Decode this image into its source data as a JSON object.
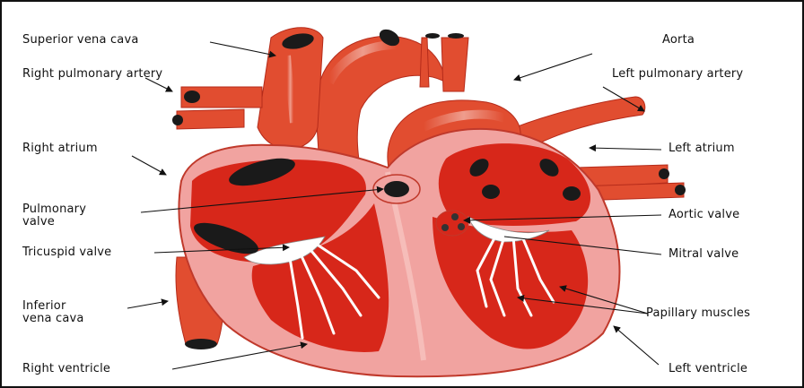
{
  "colors": {
    "vessel": "#e14d30",
    "vessel_dark": "#b52b1a",
    "wall": "#f1a3a0",
    "wall_edge": "#c0392b",
    "chamber": "#d7271a",
    "tendon": "#ffffff",
    "opening": "#1a1a1a",
    "label": "#111111"
  },
  "labels": {
    "superior_vena_cava": "Superior vena cava",
    "right_pulmonary_artery": "Right pulmonary artery",
    "right_atrium": "Right atrium",
    "pulmonary_valve_line1": "Pulmonary",
    "pulmonary_valve_line2": "valve",
    "tricuspid_valve": "Tricuspid valve",
    "inferior_vena_cava_line1": "Inferior",
    "inferior_vena_cava_line2": "vena cava",
    "right_ventricle": "Right ventricle",
    "aorta": "Aorta",
    "left_pulmonary_artery": "Left pulmonary artery",
    "left_atrium": "Left atrium",
    "aortic_valve": "Aortic valve",
    "mitral_valve": "Mitral valve",
    "papillary_muscles": "Papillary muscles",
    "left_ventricle": "Left ventricle"
  }
}
